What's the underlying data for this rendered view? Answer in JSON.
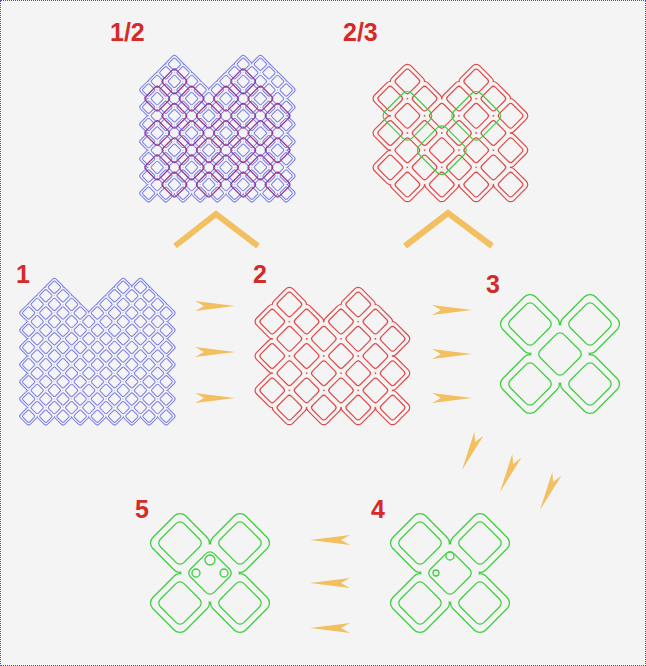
{
  "diagram": {
    "labels": [
      "1/2",
      "2/3",
      "1",
      "2",
      "3",
      "4",
      "5"
    ]
  }
}
